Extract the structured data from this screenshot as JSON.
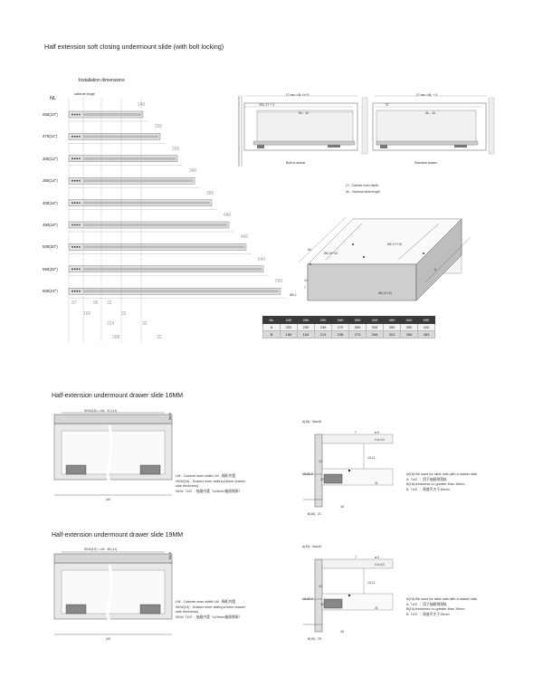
{
  "page_title": "Half extension soft closing undermount slide (with bolt locking)",
  "installation": {
    "title": "Installation dimensions",
    "nl_header": "NL",
    "cabinet_edge": "cabinet edge",
    "rows": [
      {
        "label": "250(10\")",
        "dim": "240"
      },
      {
        "label": "270(11\")",
        "dim": "260"
      },
      {
        "label": "300(12\")",
        "dim": "290"
      },
      {
        "label": "350(14\")",
        "dim": "340"
      },
      {
        "label": "400(16\")",
        "dim": "390"
      },
      {
        "label": "450(18\")",
        "dim": "440"
      },
      {
        "label": "500(20\")",
        "dim": "490"
      },
      {
        "label": "550(22\")",
        "dim": "540"
      },
      {
        "label": "600(24\")",
        "dim": "590"
      }
    ],
    "bottom_dims": [
      "37",
      "96",
      "32",
      "160",
      "32",
      "224",
      "32",
      "288",
      "32"
    ]
  },
  "right_top": {
    "left_formula": "LT min =NL+X+3",
    "left_inner": "NL - 10",
    "left_small": "250: 27 + 3",
    "left_caption": "Built-in drawer",
    "right_formula": "LT min =NL + 3",
    "right_inner": "NL - 10",
    "right_small": "37",
    "right_caption": "Standard drawer",
    "legend_lt": "LT - Cabinet inner depth",
    "legend_nl": "NL - Nominal slide length",
    "iso_labels": {
      "nl": "NL",
      "b": "B",
      "a": "A",
      "hole1": "Ø6  2+/+15",
      "hole2": "Ø6  24+10",
      "hole3": "Ø6  24+10",
      "b12": "Ø6.2",
      "c12": "12",
      "d7": "7"
    }
  },
  "size_table": {
    "header": [
      "NL",
      "240",
      "280",
      "290",
      "340",
      "390",
      "440",
      "490",
      "540",
      "590"
    ],
    "row_a": [
      "A",
      "220",
      "230",
      "245",
      "270",
      "305",
      "330",
      "355",
      "390",
      "415"
    ],
    "row_b": [
      "B",
      "166",
      "166",
      "213",
      "238",
      "273",
      "298",
      "323",
      "358",
      "383"
    ]
  },
  "section16": {
    "title": "Half-extension undermount drawer slide  16MM",
    "skw": "SKW(16) = LW - 41 (±1)",
    "min": "Min 6",
    "lw": "LW",
    "notes": [
      "LW - Cabinet inner width   LW - 橱柜内宽",
      "SKW(16) - Drawer inner width(≤16mm drawer",
      "side thickness)",
      "SKW（16）- 抽屉内宽（≤16mm抽屉侧厚）"
    ],
    "detail": {
      "a": "A(16) : Max16",
      "b": "B(16) : 21",
      "d7": "7",
      "hole": "ø 6",
      "hole2": "2-h=10",
      "d12": "12",
      "d1011": "10-11",
      "d32": "32",
      "d21": "21",
      "min": "Min32.5",
      "d18": "18"
    },
    "right_notes": [
      "A(16):Be used for slide rails with a drawer side",
      "A（16）：用于抽屉侧滑轨",
      "B(16):thickness no greater than 16mm",
      "B（16）：厚度不大于16mm"
    ]
  },
  "section19": {
    "title": "Half-extension undermount drawer slide  19MM",
    "skw": "SKW(19) = LW - 48 (±1)",
    "min": "Min 6",
    "lw": "LW",
    "notes": [
      "LW - Cabinet inner width   LW - 橱柜内宽",
      "SKW(19) - Drawer inner width(≤19mm drawer",
      "side thickness)",
      "SKW（19）- 抽屉内宽（≤19mm抽屉侧厚）"
    ],
    "detail": {
      "a": "A(19) : Max19",
      "b": "B(19) : 25",
      "d7": "7",
      "hole": "ø 6",
      "hole2": "2-h=10",
      "d12": "12",
      "d1011": "10-11",
      "d32": "32",
      "d21": "21",
      "min": "Min32.5",
      "d18": "18"
    },
    "right_notes": [
      "A(19):Be used for slide rails with a drawer side",
      "A（19）：用于抽屉侧滑轨",
      "B(19):thickness no greater than 19mm",
      "B（19）：厚度不大于19mm"
    ]
  }
}
